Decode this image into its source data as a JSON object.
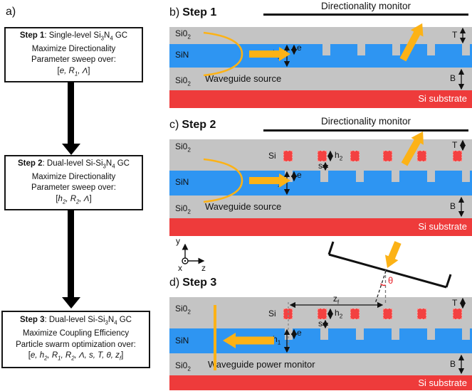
{
  "flowchart": {
    "tag": "a)",
    "box1_line1": "<b>Step 1</b>: Single-level Si<sub>3</sub>N<sub>4</sub> GC",
    "box1_line2": "Maximize Directionality",
    "box1_line3": "Parameter sweep over:",
    "box1_line4": "[<i>e, R<sub>1</sub>, Λ</i>]",
    "box2_line1": "<b>Step 2</b>: Dual-level Si-Si<sub>3</sub>N<sub>4</sub> GC",
    "box2_line2": "Maximize Directionality",
    "box2_line3": "Parameter sweep over:",
    "box2_line4": "[<i>h<sub>2</sub>, R<sub>2</sub>, Λ</i>]",
    "box3_line1": "<b>Step 3</b>: Dual-level Si-Si<sub>3</sub>N<sub>4</sub> GC",
    "box3_line2": "Maximize Coupling Efficiency",
    "box3_line3": "Particle swarm optimization over:",
    "box3_line4": "[<i>e, h<sub>2</sub>, R<sub>1</sub>, R<sub>2</sub>, Λ, s, T, θ, z<sub>f</sub></i>]"
  },
  "panels": {
    "b_tag": "b)",
    "b_step": "Step 1",
    "c_tag": "c)",
    "c_step": "Step 2",
    "d_tag": "d)",
    "d_step": "Step 3"
  },
  "labels": {
    "directionality_monitor": "Directionality monitor",
    "waveguide_source": "Waveguide source",
    "waveguide_power_monitor": "Waveguide power monitor",
    "si_substrate": "Si substrate",
    "sio2": "Si0<sub>2</sub>",
    "sin": "SiN",
    "si": "Si",
    "T": "T",
    "B": "B",
    "s": "s",
    "e": "e",
    "h1": "h<sub>1</sub>",
    "h2": "h<sub>2</sub>",
    "zf": "z<sub>f</sub>",
    "theta": "θ"
  },
  "axes": {
    "x": "x",
    "y": "y",
    "z": "z"
  },
  "colors": {
    "gray": "#c4c4c4",
    "blue": "#2e95f2",
    "red": "#ee3b3b",
    "sired": "#f34141",
    "dashred": "#f9928c",
    "yellow": "#fcb216",
    "thetared": "#e8262d",
    "ink": "#111111"
  }
}
